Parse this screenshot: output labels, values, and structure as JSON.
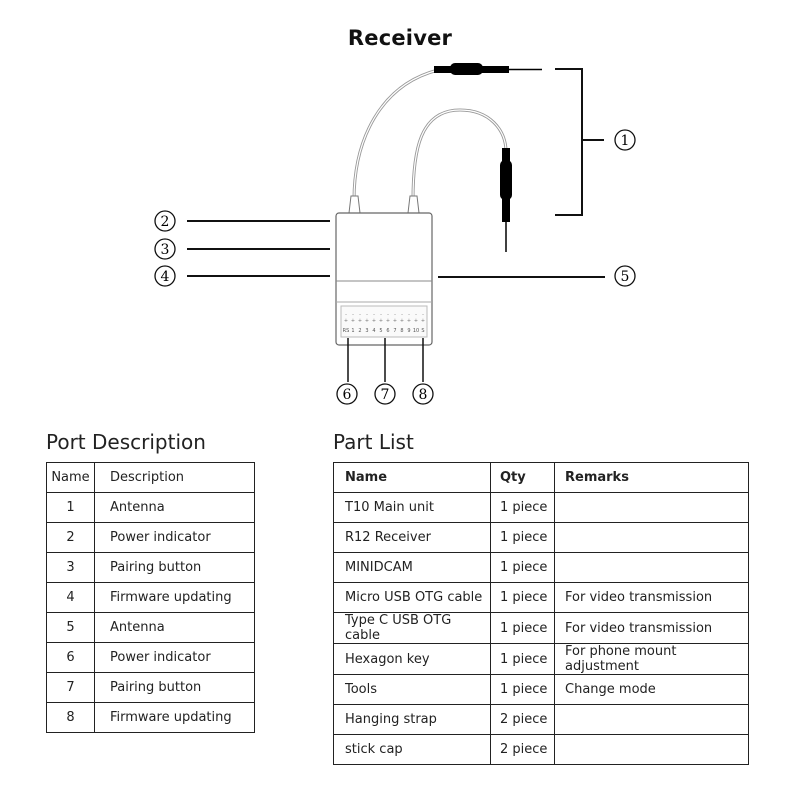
{
  "diagram": {
    "title": "Receiver",
    "callouts": [
      "①",
      "②",
      "③",
      "④",
      "⑤",
      "⑥",
      "⑦",
      "⑧"
    ],
    "pin_labels": [
      "RS",
      "1",
      "2",
      "3",
      "4",
      "5",
      "6",
      "7",
      "8",
      "9",
      "10",
      "S"
    ]
  },
  "port_description": {
    "title": "Port Description",
    "headers": [
      "Name",
      "Description"
    ],
    "rows": [
      [
        "1",
        "Antenna"
      ],
      [
        "2",
        "Power indicator"
      ],
      [
        "3",
        "Pairing button"
      ],
      [
        "4",
        "Firmware updating"
      ],
      [
        "5",
        "Antenna"
      ],
      [
        "6",
        "Power indicator"
      ],
      [
        "7",
        "Pairing button"
      ],
      [
        "8",
        "Firmware updating"
      ]
    ]
  },
  "part_list": {
    "title": "Part List",
    "headers": [
      "Name",
      "Qty",
      "Remarks"
    ],
    "rows": [
      [
        "T10 Main unit",
        "1 piece",
        ""
      ],
      [
        "R12 Receiver",
        "1 piece",
        ""
      ],
      [
        "MINIDCAM",
        "1 piece",
        ""
      ],
      [
        "Micro USB OTG cable",
        "1 piece",
        "For video transmission"
      ],
      [
        "Type C USB OTG cable",
        "1 piece",
        "For video transmission"
      ],
      [
        "Hexagon key",
        "1 piece",
        "For phone mount adjustment"
      ],
      [
        "Tools",
        "1 piece",
        "Change mode"
      ],
      [
        "Hanging strap",
        "2 piece",
        ""
      ],
      [
        "stick cap",
        "2 piece",
        ""
      ]
    ]
  }
}
